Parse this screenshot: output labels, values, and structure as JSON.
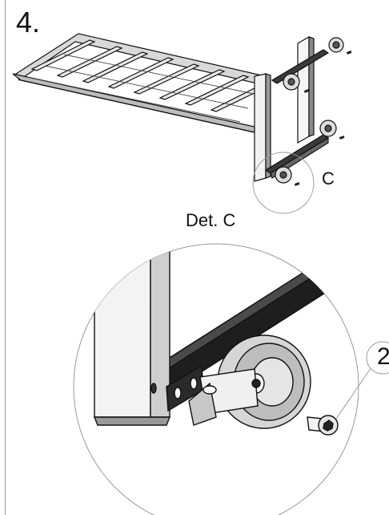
{
  "instruction": {
    "step_number": "4.",
    "callout_label": "C",
    "detail_title": "Det. C",
    "part_number": "2"
  },
  "icons": {
    "assembly": "rack-assembly-drawing",
    "detail": "caster-wheel-detail",
    "bolt": "hex-socket-bolt"
  }
}
